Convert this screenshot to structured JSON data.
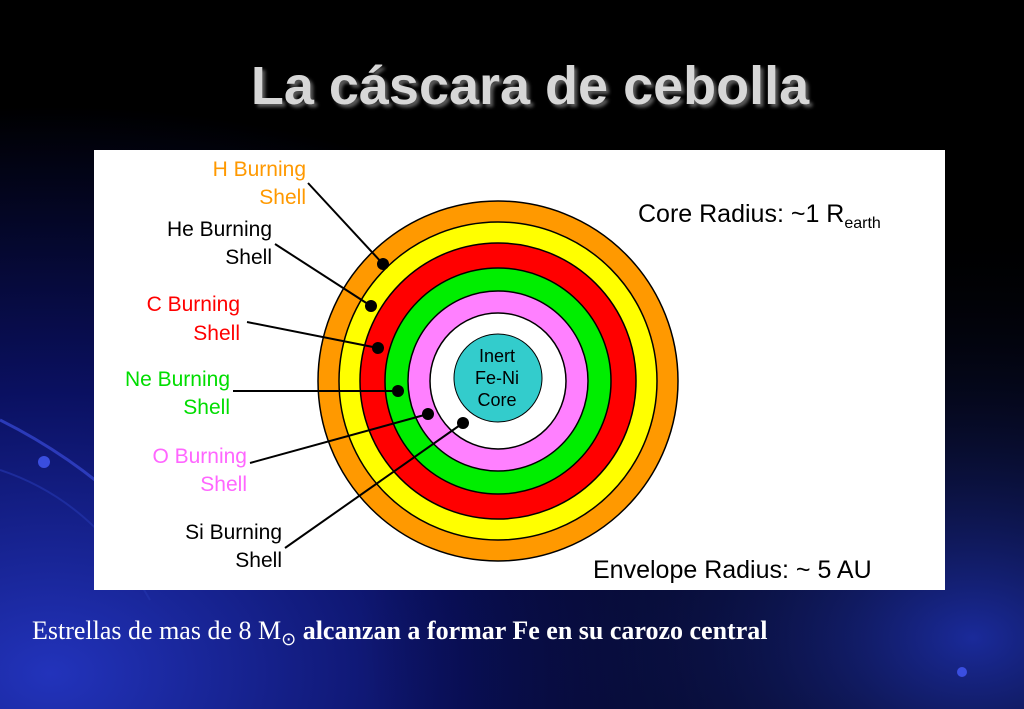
{
  "slide": {
    "title": "La cáscara de cebolla"
  },
  "diagram": {
    "shells": [
      {
        "label_line1": "H Burning",
        "label_line2": "Shell",
        "color": "#ff9900"
      },
      {
        "label_line1": "He Burning",
        "label_line2": "Shell",
        "color": "#ffff00"
      },
      {
        "label_line1": "C Burning",
        "label_line2": "Shell",
        "color": "#ff0000"
      },
      {
        "label_line1": "Ne Burning",
        "label_line2": "Shell",
        "color": "#00ee00"
      },
      {
        "label_line1": "O Burning",
        "label_line2": "Shell",
        "color": "#ff80ff"
      },
      {
        "label_line1": "Si Burning",
        "label_line2": "Shell",
        "color": "#000000"
      }
    ],
    "core": {
      "line1": "Inert",
      "line2": "Fe-Ni",
      "line3": "Core",
      "color": "#33cccc"
    },
    "core_radius_label": "Core Radius: ~1 R",
    "core_radius_subscript": "earth",
    "envelope_radius_label": "Envelope Radius: ~ 5 AU"
  },
  "caption": {
    "prefix": "Estrellas de mas de 8 M",
    "symbol": "⊙",
    "suffix": " alcanzan a formar Fe en su carozo central"
  },
  "colors": {
    "background": "#000000",
    "glow": "#1a2a9a",
    "title": "#d7d7d7",
    "label_H": "#ff9900",
    "label_He": "#000000",
    "label_C": "#ff0000",
    "label_Ne": "#00dd00",
    "label_O": "#ff66ff",
    "label_Si": "#000000"
  }
}
